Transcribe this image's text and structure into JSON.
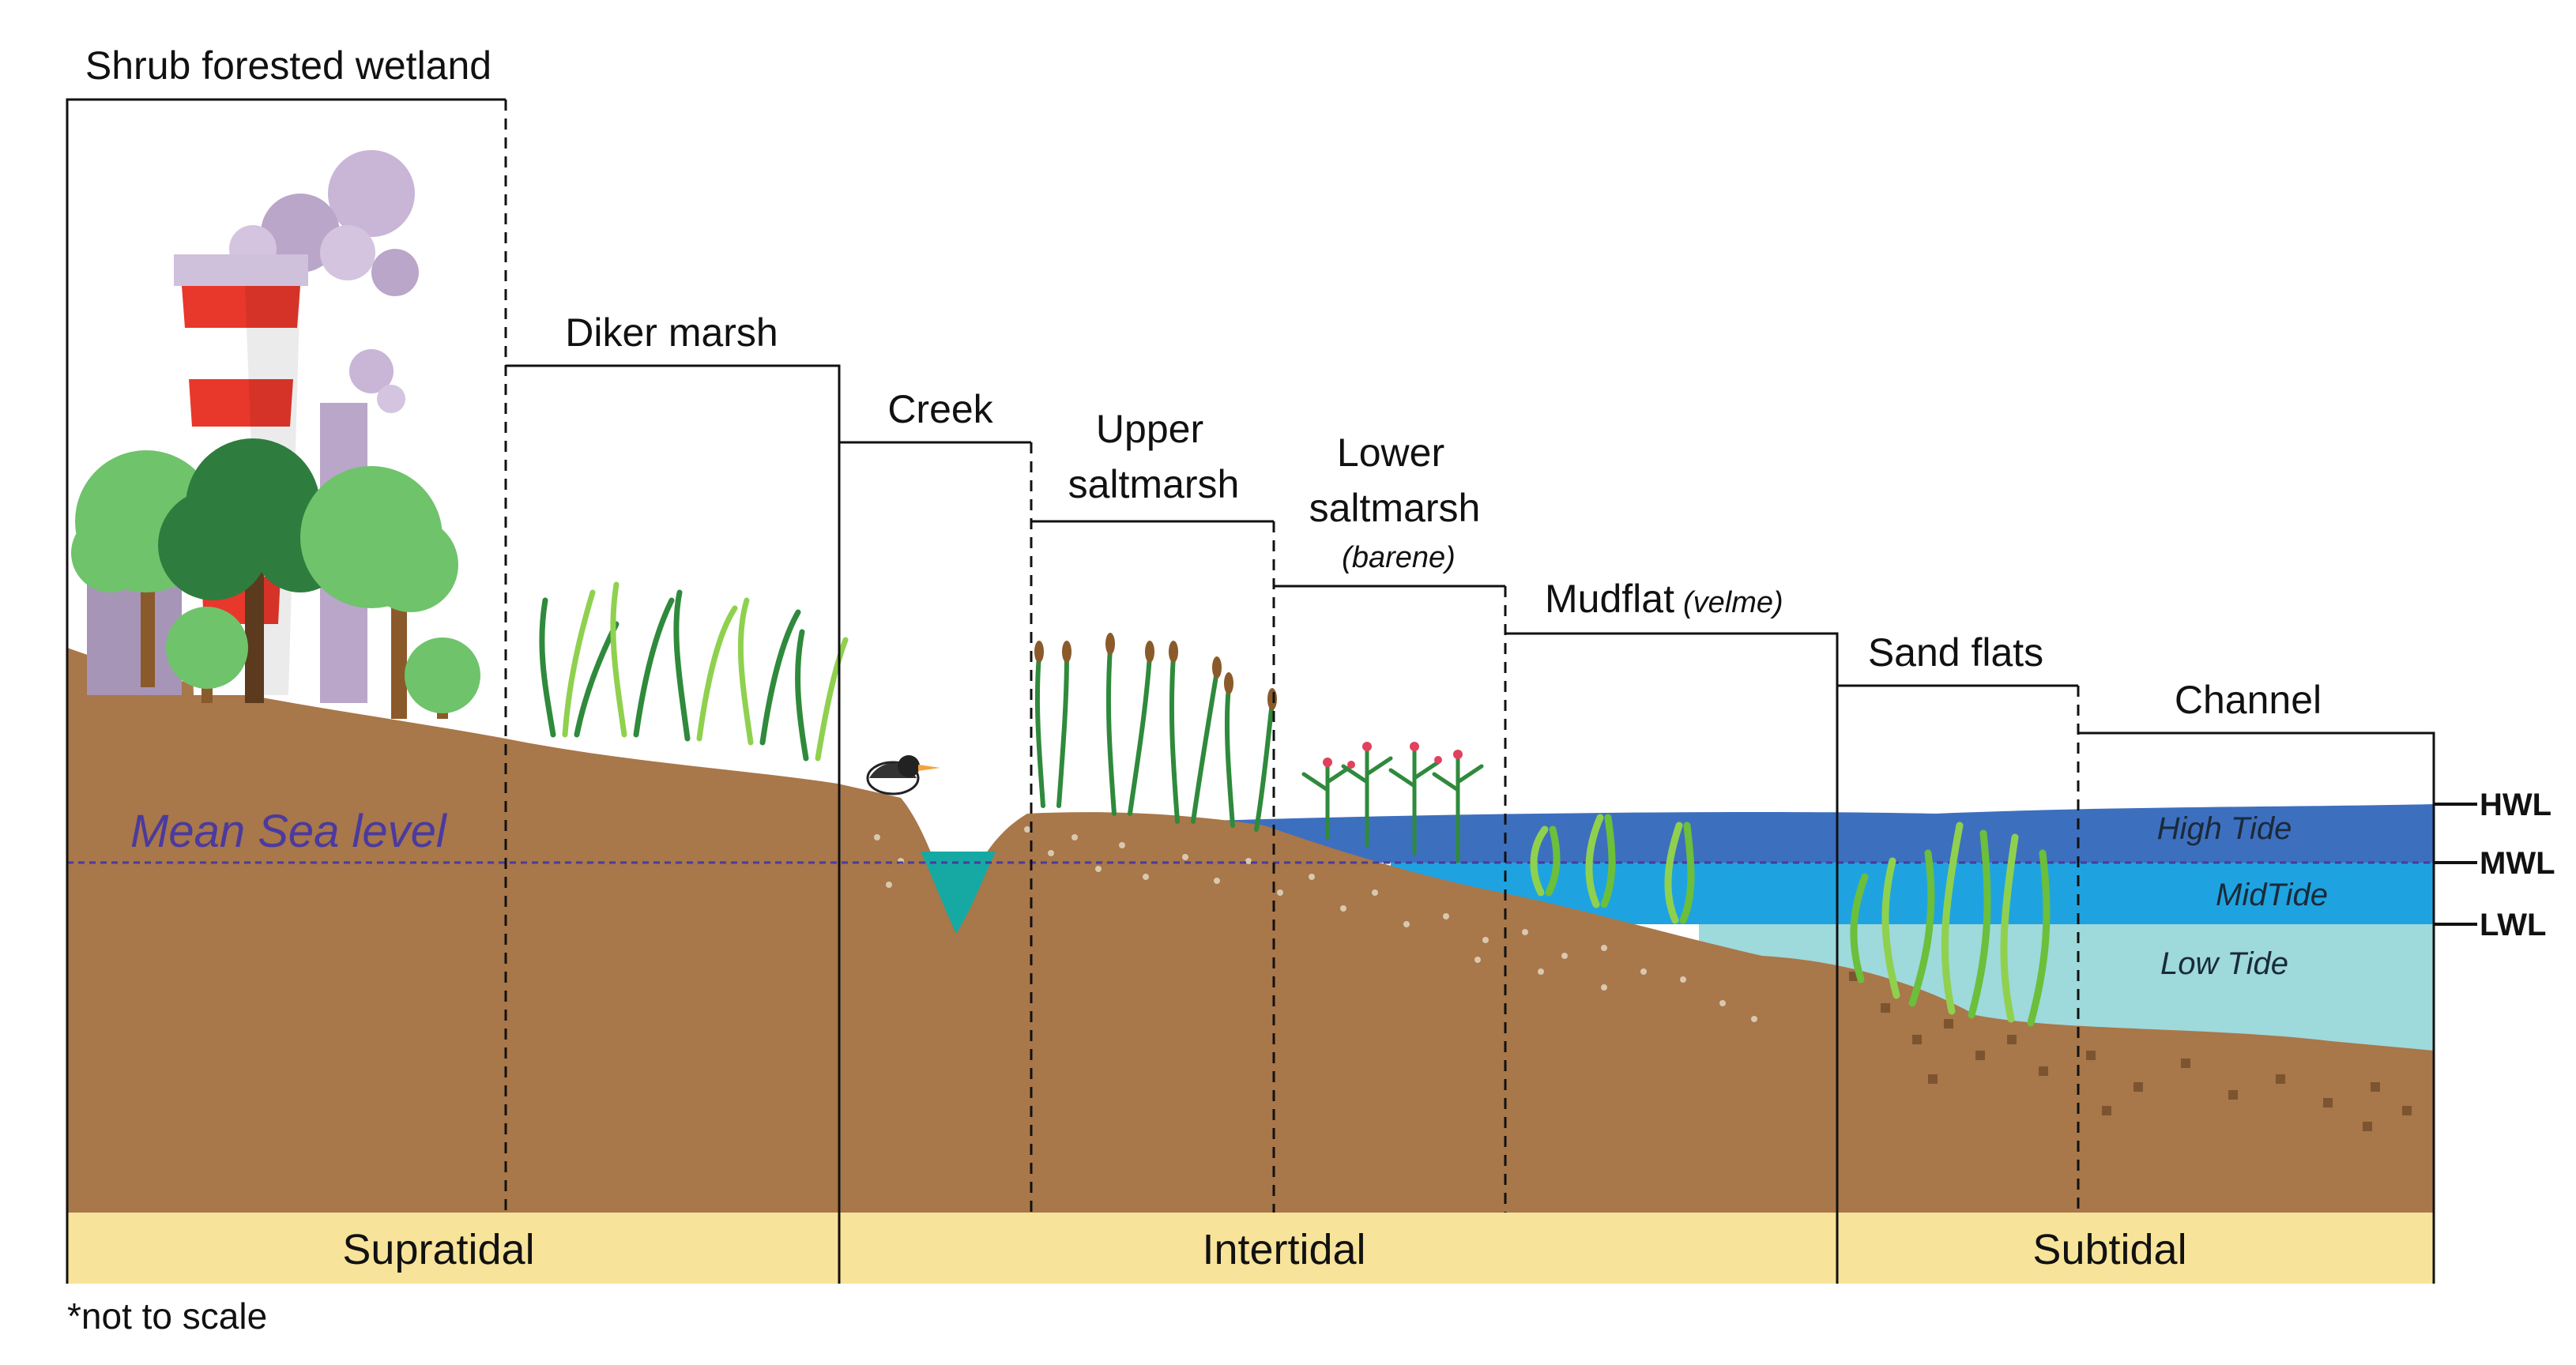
{
  "zones": {
    "shrub": "Shrub forested wetland",
    "diker": "Diker marsh",
    "creek": "Creek",
    "upper_line1": "Upper",
    "upper_line2": "saltmarsh",
    "lower_line1": "Lower",
    "lower_line2": "saltmarsh",
    "lower_sub": "(barene)",
    "mudflat": "Mudflat",
    "mudflat_sub": "(velme)",
    "sand": "Sand flats",
    "channel": "Channel"
  },
  "water_levels": {
    "hwl": "HWL",
    "mwl": "MWL",
    "lwl": "LWL",
    "high_tide": "High Tide",
    "mid_tide": "MidTide",
    "low_tide": "Low Tide",
    "mean_sea_level": "Mean Sea level"
  },
  "bands": {
    "supratidal": "Supratidal",
    "intertidal": "Intertidal",
    "subtidal": "Subtidal"
  },
  "note": "*not to scale",
  "colors": {
    "soil": "#a8774a",
    "band_fill": "#f7e39a",
    "high_tide": "#3d6fbf",
    "mid_tide": "#1fa3e0",
    "low_tide": "#9ed9db",
    "creek_water": "#16a9a3",
    "msl_line": "#4b3a9e",
    "grass_dark": "#2f8a3c",
    "grass_light": "#8fd14f",
    "tree_light": "#6fc36b",
    "tree_dark": "#2e7d3e",
    "chimney_red": "#e8382b",
    "smoke": "#b9a6c9"
  },
  "icons": [
    "factory-chimney",
    "tree",
    "reed",
    "saltmarsh-plant",
    "seagrass",
    "bird"
  ]
}
